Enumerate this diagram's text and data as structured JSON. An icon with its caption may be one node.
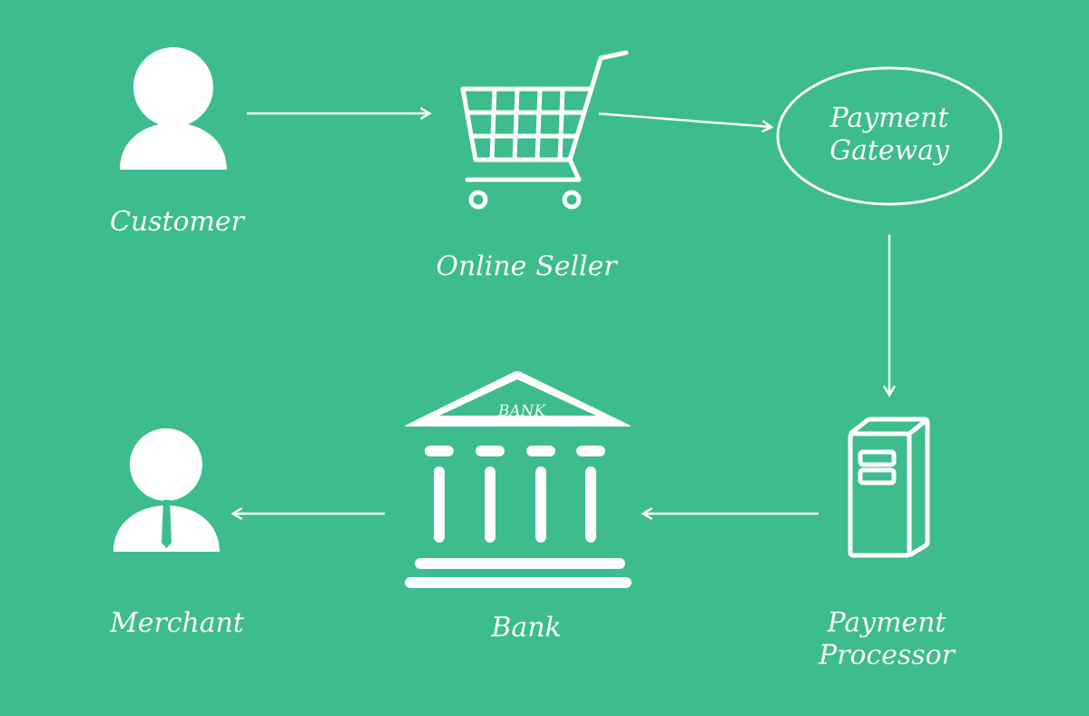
{
  "diagram": {
    "nodes": [
      {
        "text": [
          "Customer"
        ]
      },
      {
        "text": [
          "Online Seller"
        ]
      },
      {
        "text": [
          "Payment Gateway"
        ]
      },
      {
        "text": [
          "Payment Processor"
        ]
      },
      {
        "text": [
          "BANK",
          "Bank"
        ]
      },
      {
        "text": [
          "Merchant"
        ]
      }
    ],
    "edges": [
      {
        "from": 0,
        "to": 1,
        "arrow": "to"
      },
      {
        "from": 1,
        "to": 2,
        "arrow": "to"
      },
      {
        "from": 2,
        "to": 3,
        "arrow": "to"
      },
      {
        "from": 3,
        "to": 4,
        "arrow": "to"
      },
      {
        "from": 4,
        "to": 5,
        "arrow": "to"
      }
    ]
  }
}
